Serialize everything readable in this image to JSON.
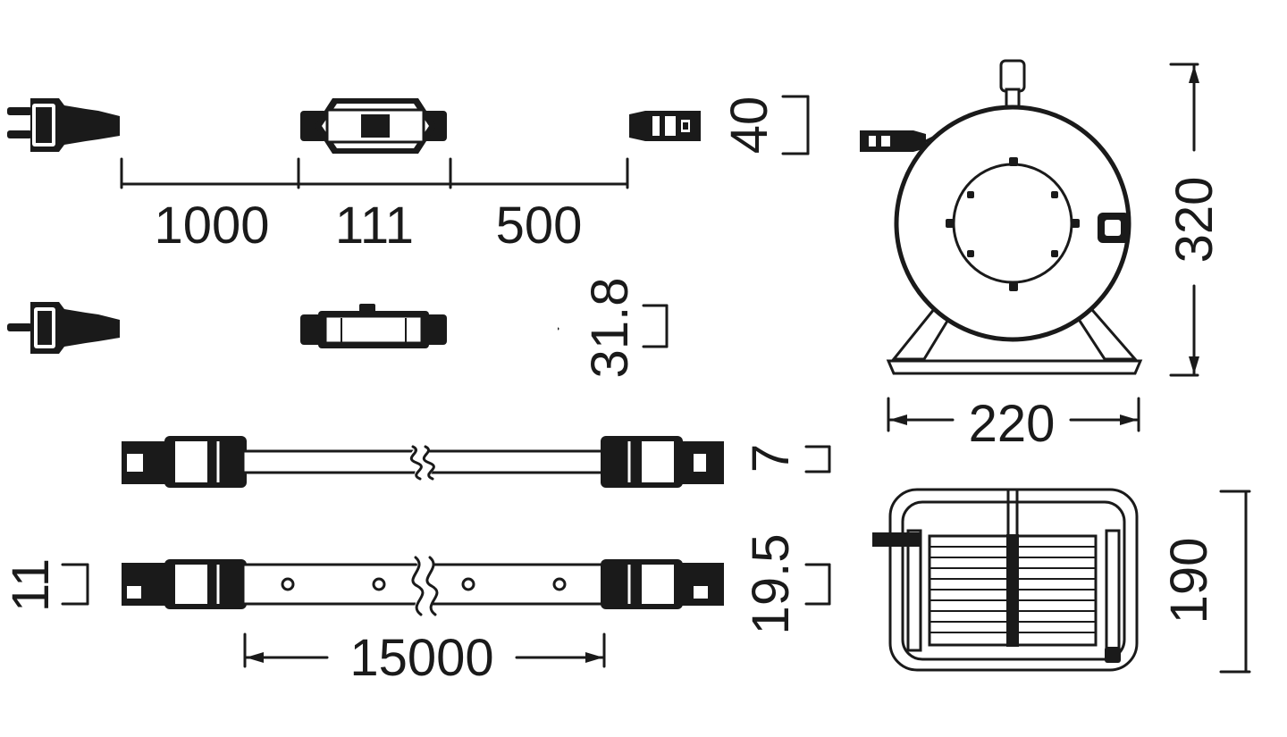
{
  "dimensions": {
    "cable_seg_plug": "1000",
    "cable_seg_box": "111",
    "cable_seg_socket": "500",
    "box_height_a": "40",
    "box_height_b": "31.8",
    "connector_height": "7",
    "strip_height": "19.5",
    "strip_thickness": "11",
    "strip_length": "15000",
    "reel_height": "320",
    "reel_width": "220",
    "reel_depth": "190"
  },
  "colors": {
    "line": "#1a1a1a",
    "background": "#ffffff"
  }
}
